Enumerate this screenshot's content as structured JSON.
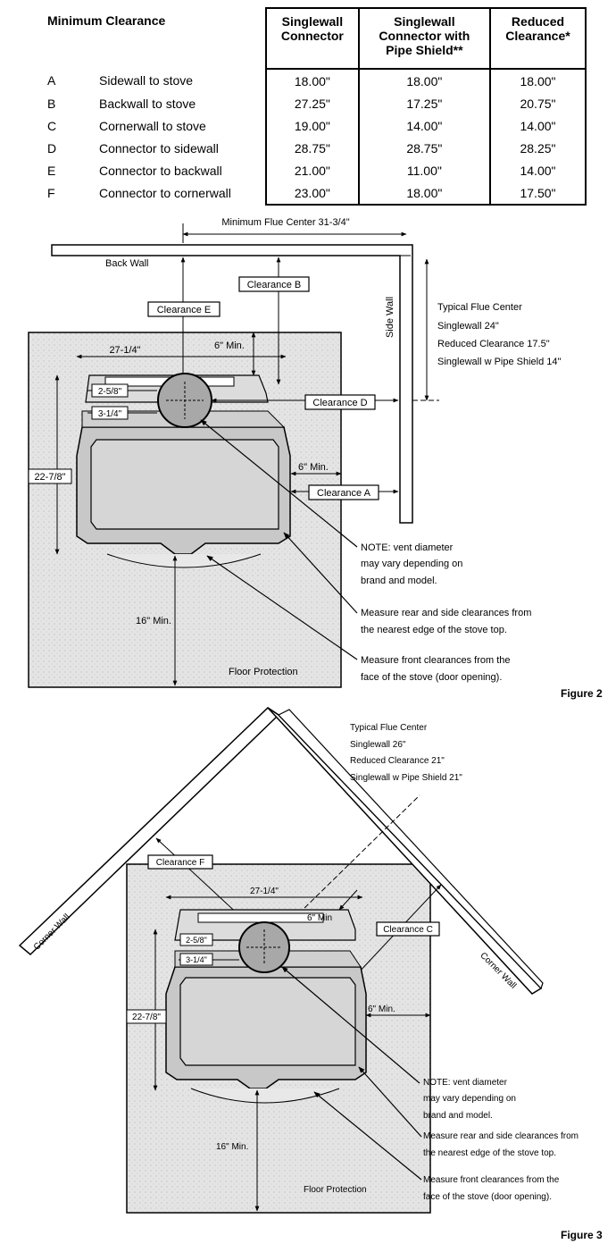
{
  "table": {
    "title": "Minimum Clearance",
    "columns": [
      "Singlewall Connector",
      "Singlewall Connector with Pipe Shield**",
      "Reduced Clearance*"
    ],
    "col_lines": [
      [
        "Singlewall",
        "Connector"
      ],
      [
        "Singlewall",
        "Connector with",
        "Pipe Shield**"
      ],
      [
        "Reduced",
        "Clearance*"
      ]
    ],
    "rows": [
      {
        "letter": "A",
        "label": "Sidewall to stove",
        "values": [
          "18.00\"",
          "18.00\"",
          "18.00\""
        ]
      },
      {
        "letter": "B",
        "label": "Backwall to stove",
        "values": [
          "27.25\"",
          "17.25\"",
          "20.75\""
        ]
      },
      {
        "letter": "C",
        "label": "Cornerwall to stove",
        "values": [
          "19.00\"",
          "14.00\"",
          "14.00\""
        ]
      },
      {
        "letter": "D",
        "label": "Connector to sidewall",
        "values": [
          "28.75\"",
          "28.75\"",
          "28.25\""
        ]
      },
      {
        "letter": "E",
        "label": "Connector to backwall",
        "values": [
          "21.00\"",
          "11.00\"",
          "14.00\""
        ]
      },
      {
        "letter": "F",
        "label": "Connector to cornerwall",
        "values": [
          "23.00\"",
          "18.00\"",
          "17.50\""
        ]
      }
    ]
  },
  "figure2": {
    "caption": "Figure 2",
    "min_flue_center": "Minimum Flue Center 31-3/4\"",
    "back_wall": "Back Wall",
    "side_wall": "Side Wall",
    "clearance_a": "Clearance A",
    "clearance_b": "Clearance B",
    "clearance_d": "Clearance D",
    "clearance_e": "Clearance E",
    "typical_flue": [
      "Typical Flue Center",
      "Singlewall 24\"",
      "Reduced Clearance 17.5\"",
      "Singlewall w Pipe Shield 14\""
    ],
    "dim_width": "27-1/4\"",
    "dim_6min_top": "6\" Min.",
    "dim_2_5_8": "2-5/8\"",
    "dim_3_1_4": "3-1/4\"",
    "dim_6min_side": "6\" Min.",
    "dim_22_7_8": "22-7/8\"",
    "dim_16min": "16\" Min.",
    "floor_protection": "Floor Protection",
    "note_vent": [
      "NOTE: vent diameter",
      "may vary depending on",
      "brand and model."
    ],
    "note_rear": [
      "Measure rear and side clearances from",
      "the nearest edge of the stove top."
    ],
    "note_front": [
      "Measure front clearances from the",
      "face of the stove (door opening)."
    ]
  },
  "figure3": {
    "caption": "Figure 3",
    "typical_flue": [
      "Typical Flue Center",
      "Singlewall 26\"",
      "Reduced Clearance 21\"",
      "Singlewall w Pipe Shield 21\""
    ],
    "clearance_c": "Clearance C",
    "clearance_f": "Clearance F",
    "corner_wall_left": "Corner Wall",
    "corner_wall_right": "Corner Wall",
    "dim_width": "27-1/4\"",
    "dim_6min_top": "6\" Min",
    "dim_2_5_8": "2-5/8\"",
    "dim_3_1_4": "3-1/4\"",
    "dim_6min_side": "6\" Min.",
    "dim_22_7_8": "22-7/8\"",
    "dim_16min": "16\" Min.",
    "floor_protection": "Floor Protection",
    "note_vent": [
      "NOTE: vent diameter",
      "may vary depending on",
      "brand and model."
    ],
    "note_rear": [
      "Measure rear and side clearances from",
      "the nearest edge of the stove top."
    ],
    "note_front": [
      "Measure front clearances from the",
      "face of the stove (door opening)."
    ]
  },
  "colors": {
    "floor_fill": "#e4e4e4",
    "stove_fill": "#c8c8c8",
    "flue_fill": "#a8a8a8"
  }
}
